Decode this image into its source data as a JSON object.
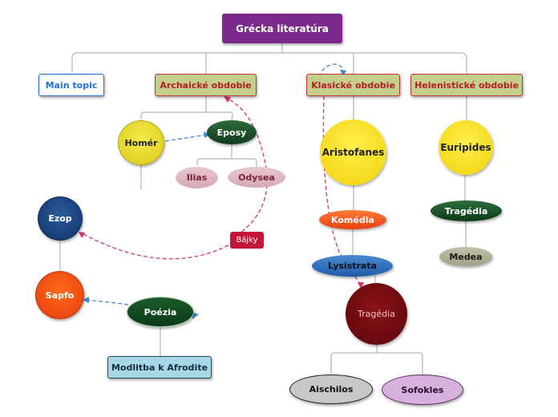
{
  "root": "Grécka literatúra",
  "main_topic": "Main topic",
  "periods": {
    "archaic": "Archaické obdobie",
    "classic": "Klasické obdobie",
    "hellenistic": "Helenistické obdobie"
  },
  "archaic": {
    "homer": "Homér",
    "eposy": "Eposy",
    "ilias": "Ilias",
    "odysea": "Odysea",
    "bajky": "Bájky",
    "ezop": "Ezop",
    "sapfo": "Sapfo",
    "poezia": "Poézia",
    "modlitba": "Modlitba k Afrodite"
  },
  "classic": {
    "aristofanes": "Aristofanes",
    "komedia": "Komédia",
    "lysistrata": "Lysistrata",
    "tragedia": "Tragédia",
    "aischilos": "Aischilos",
    "sofokles": "Sofokles"
  },
  "hellenistic": {
    "euripides": "Euripides",
    "tragedia": "Tragédia",
    "medea": "Medea"
  },
  "colors": {
    "root": "#7b2a8c",
    "period_fill": "#c5cf8c",
    "period_border": "#c2313b",
    "period_text": "#b11f2a",
    "main_topic_text": "#1f6fd0",
    "link_dashed_blue": "#3b8ad1",
    "link_dashed_red": "#d8336a"
  }
}
